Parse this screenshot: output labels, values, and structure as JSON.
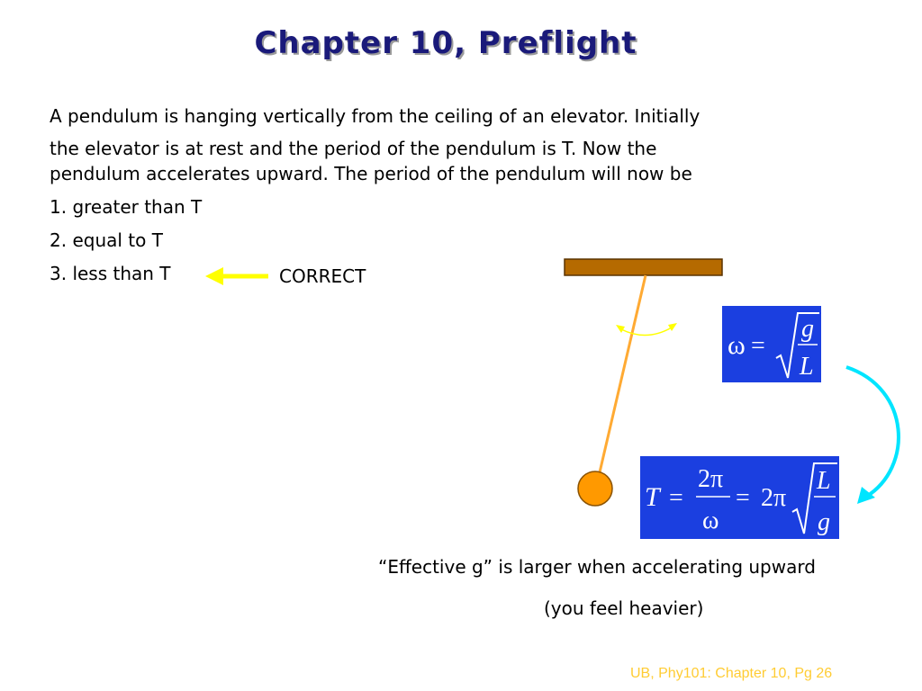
{
  "slide": {
    "title": "Chapter 10, Preflight",
    "question": {
      "line1": "A pendulum is hanging vertically from the ceiling of an elevator.  Initially",
      "line2": "the elevator is at rest and the period of the pendulum is T.  Now the",
      "line3": "pendulum accelerates upward.  The period of the pendulum will now be"
    },
    "options": [
      "1. greater than T",
      "2. equal to T",
      "3. less than T"
    ],
    "correct_label": "CORRECT",
    "note_line1": "“Effective g” is larger when accelerating upward",
    "note_line2": "(you feel heavier)",
    "footer": "UB, Phy101: Chapter 10, Pg 26"
  },
  "equations": {
    "omega": {
      "lhs": "ω",
      "eq": "=",
      "num": "g",
      "den": "L"
    },
    "period": {
      "lhs": "T",
      "eq": "=",
      "num1": "2π",
      "den1": "ω",
      "coef": "2π",
      "num2": "L",
      "den2": "g"
    }
  },
  "colors": {
    "title": "#1a1a7a",
    "arrow": "#ffff00",
    "ceiling": "#b56a00",
    "string": "#ffaa33",
    "bob": "#ff9900",
    "equation_bg": "#1b3fe0",
    "swing_arrow": "#00e5ff",
    "footer": "#ffcc33"
  }
}
